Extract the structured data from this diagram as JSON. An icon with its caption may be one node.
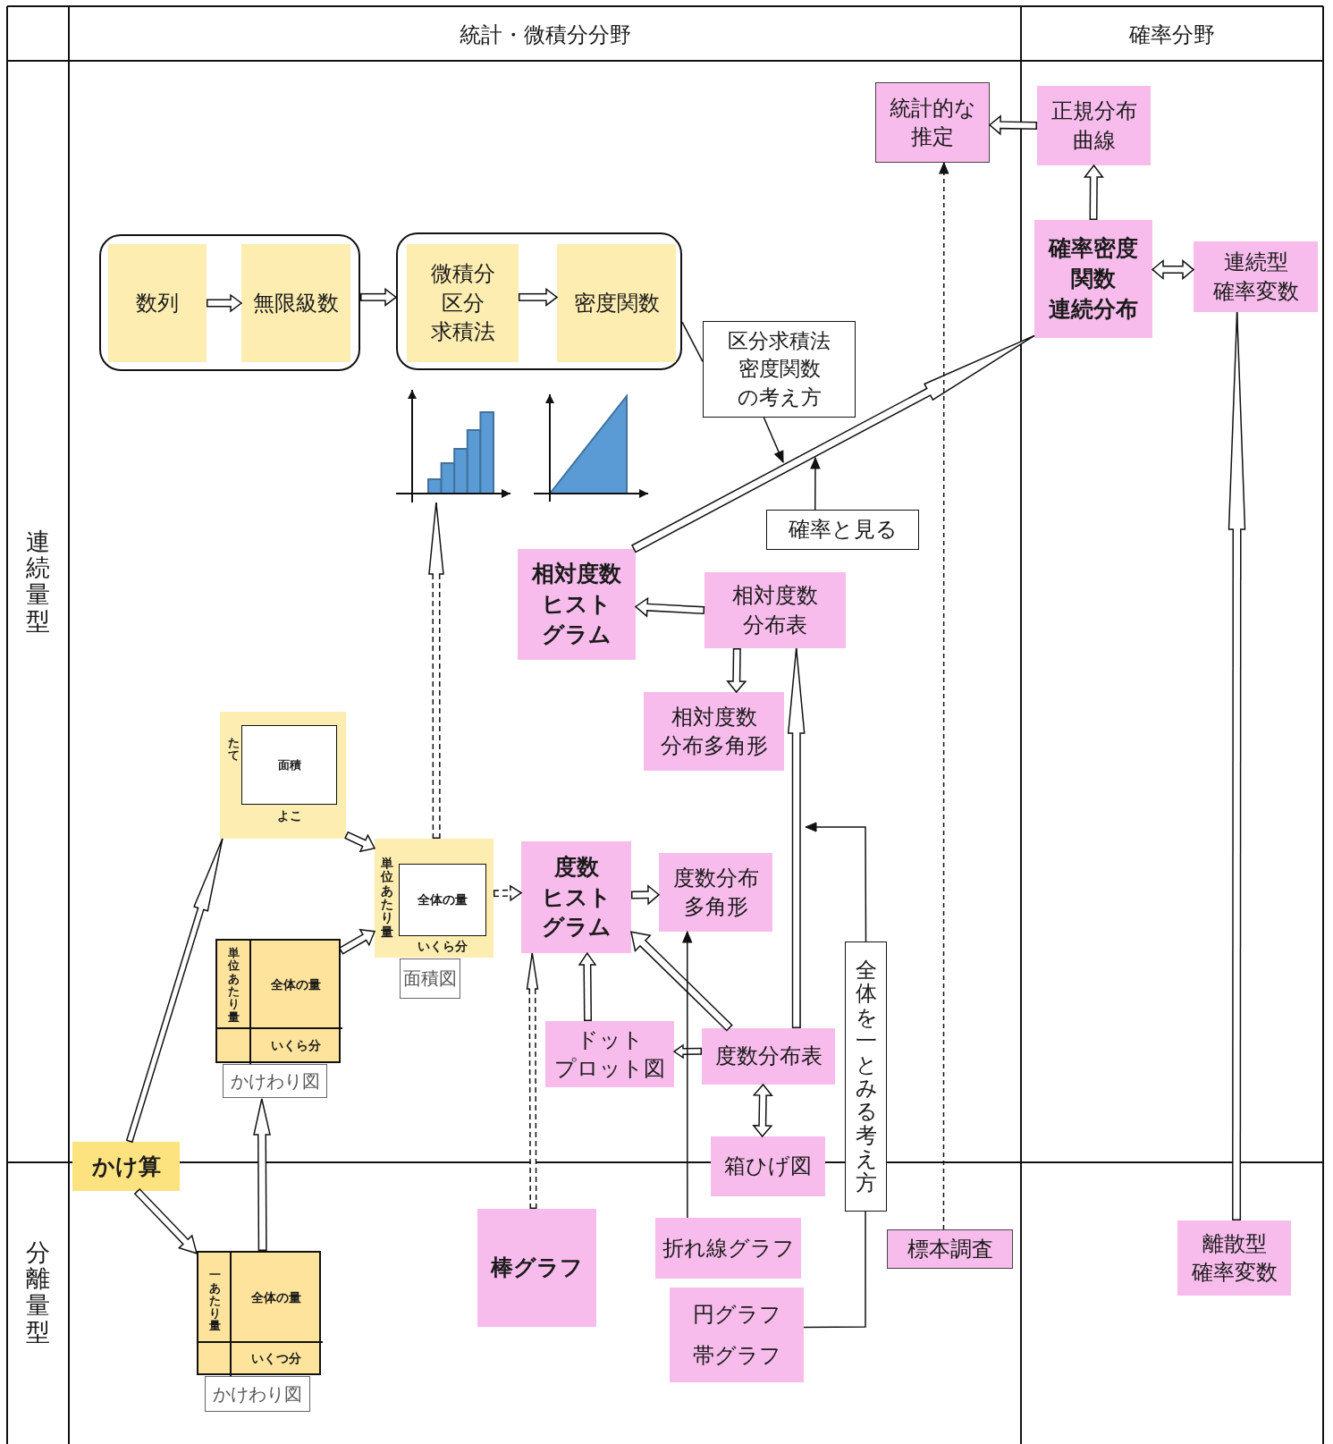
{
  "diagram": {
    "nodes": [
      {
        "text": [],
        "shape": "box"
      },
      {
        "text": [
          "数列"
        ],
        "in": 0
      },
      {
        "text": [
          "無限級数"
        ],
        "in": 0
      },
      {
        "text": [],
        "shape": "box"
      },
      {
        "text": [
          "微積分",
          "区分求積法"
        ],
        "in": 3
      },
      {
        "text": [
          "密度関数"
        ],
        "in": 3
      },
      {
        "text": [],
        "shape": "picture"
      },
      {
        "text": [],
        "shape": "picture"
      },
      {
        "text": [
          "区分求積法密度関数の考え方"
        ]
      },
      {
        "text": [
          "統計的な推定"
        ]
      },
      {
        "text": [
          "正規分布曲線"
        ]
      },
      {
        "text": [
          "確率密度関数",
          "連続分布"
        ]
      },
      {
        "text": [
          "連続型確率変数"
        ]
      },
      {
        "text": [
          "確率と見る"
        ]
      },
      {
        "text": [
          "相対度数ヒストグラム"
        ]
      },
      {
        "text": [
          "相対度数分布表"
        ]
      },
      {
        "text": [
          "相対度数分布多角形"
        ]
      },
      {
        "text": [
          "たて",
          "よこ"
        ]
      },
      {
        "text": [
          "面積"
        ],
        "in": 17
      },
      {
        "text": [
          "単位あたり量",
          "いくら分"
        ],
        "beside": [
          "面積図"
        ]
      },
      {
        "text": [
          "全体の量"
        ],
        "in": 19
      },
      {
        "text": [
          "度数ヒストグラム"
        ]
      },
      {
        "text": [
          "度数分布多角形"
        ]
      },
      {
        "text": [
          "単位あたり量",
          "全体の量",
          "いくら分"
        ],
        "beside": [
          "かけわり図"
        ]
      },
      {
        "text": [
          "ドットプロット図"
        ]
      },
      {
        "text": [
          "度数分布表"
        ]
      },
      {
        "text": [
          "全体を一とみる考え方"
        ]
      },
      {
        "text": [
          "かけ算"
        ]
      },
      {
        "text": [
          "箱ひげ図"
        ]
      },
      {
        "text": [
          "棒グラフ"
        ]
      },
      {
        "text": [
          "折れ線グラフ"
        ]
      },
      {
        "text": [
          "標本調査"
        ]
      },
      {
        "text": [
          "離散型確率変数"
        ]
      },
      {
        "text": [
          "円グラフ",
          "帯グラフ"
        ]
      },
      {
        "text": [
          "一あたり量",
          "全体の量",
          "いくつ分"
        ],
        "beside": [
          "かけわり図"
        ]
      }
    ],
    "edges": [
      {
        "from": 1,
        "to": 2,
        "arrow": "to"
      },
      {
        "from": 0,
        "to": 3,
        "arrow": "to"
      },
      {
        "from": 4,
        "to": 5,
        "arrow": "to"
      },
      {
        "from": 3,
        "to": 8,
        "arrow": "none"
      },
      {
        "from": 8,
        "to": null,
        "arrow": "to"
      },
      {
        "from": 13,
        "to": null,
        "arrow": "to"
      },
      {
        "from": 10,
        "to": 9,
        "arrow": "to"
      },
      {
        "from": 11,
        "to": 10,
        "arrow": "to"
      },
      {
        "from": 11,
        "to": 12,
        "arrow": "both"
      },
      {
        "from": 14,
        "to": 11,
        "arrow": "to"
      },
      {
        "from": 15,
        "to": 14,
        "arrow": "to"
      },
      {
        "from": 15,
        "to": 16,
        "arrow": "to"
      },
      {
        "from": 25,
        "to": 15,
        "arrow": "to"
      },
      {
        "from": 26,
        "to": null,
        "arrow": "to"
      },
      {
        "from": 33,
        "to": 26,
        "arrow": "none"
      },
      {
        "from": 31,
        "to": 9,
        "arrow": "to",
        "style": "dashed"
      },
      {
        "from": 32,
        "to": 12,
        "arrow": "to"
      },
      {
        "from": 17,
        "to": 19,
        "arrow": "to"
      },
      {
        "from": 23,
        "to": 19,
        "arrow": "to"
      },
      {
        "from": 19,
        "to": 6,
        "arrow": "to",
        "style": "dashed"
      },
      {
        "from": 19,
        "to": 21,
        "arrow": "to",
        "style": "dashed"
      },
      {
        "from": 21,
        "to": 22,
        "arrow": "to"
      },
      {
        "from": 24,
        "to": 21,
        "arrow": "to"
      },
      {
        "from": 25,
        "to": 21,
        "arrow": "to"
      },
      {
        "from": 25,
        "to": 24,
        "arrow": "to"
      },
      {
        "from": 25,
        "to": 28,
        "arrow": "both"
      },
      {
        "from": 30,
        "to": 22,
        "arrow": "to"
      },
      {
        "from": 29,
        "to": 21,
        "arrow": "to",
        "style": "dashed"
      },
      {
        "from": 27,
        "to": 17,
        "arrow": "to"
      },
      {
        "from": 27,
        "to": 34,
        "arrow": "to"
      },
      {
        "from": 34,
        "to": 23,
        "arrow": "to"
      }
    ],
    "labels": [
      "統計・微積分分野",
      "確率分野",
      "連続量型",
      "分離量型"
    ]
  }
}
